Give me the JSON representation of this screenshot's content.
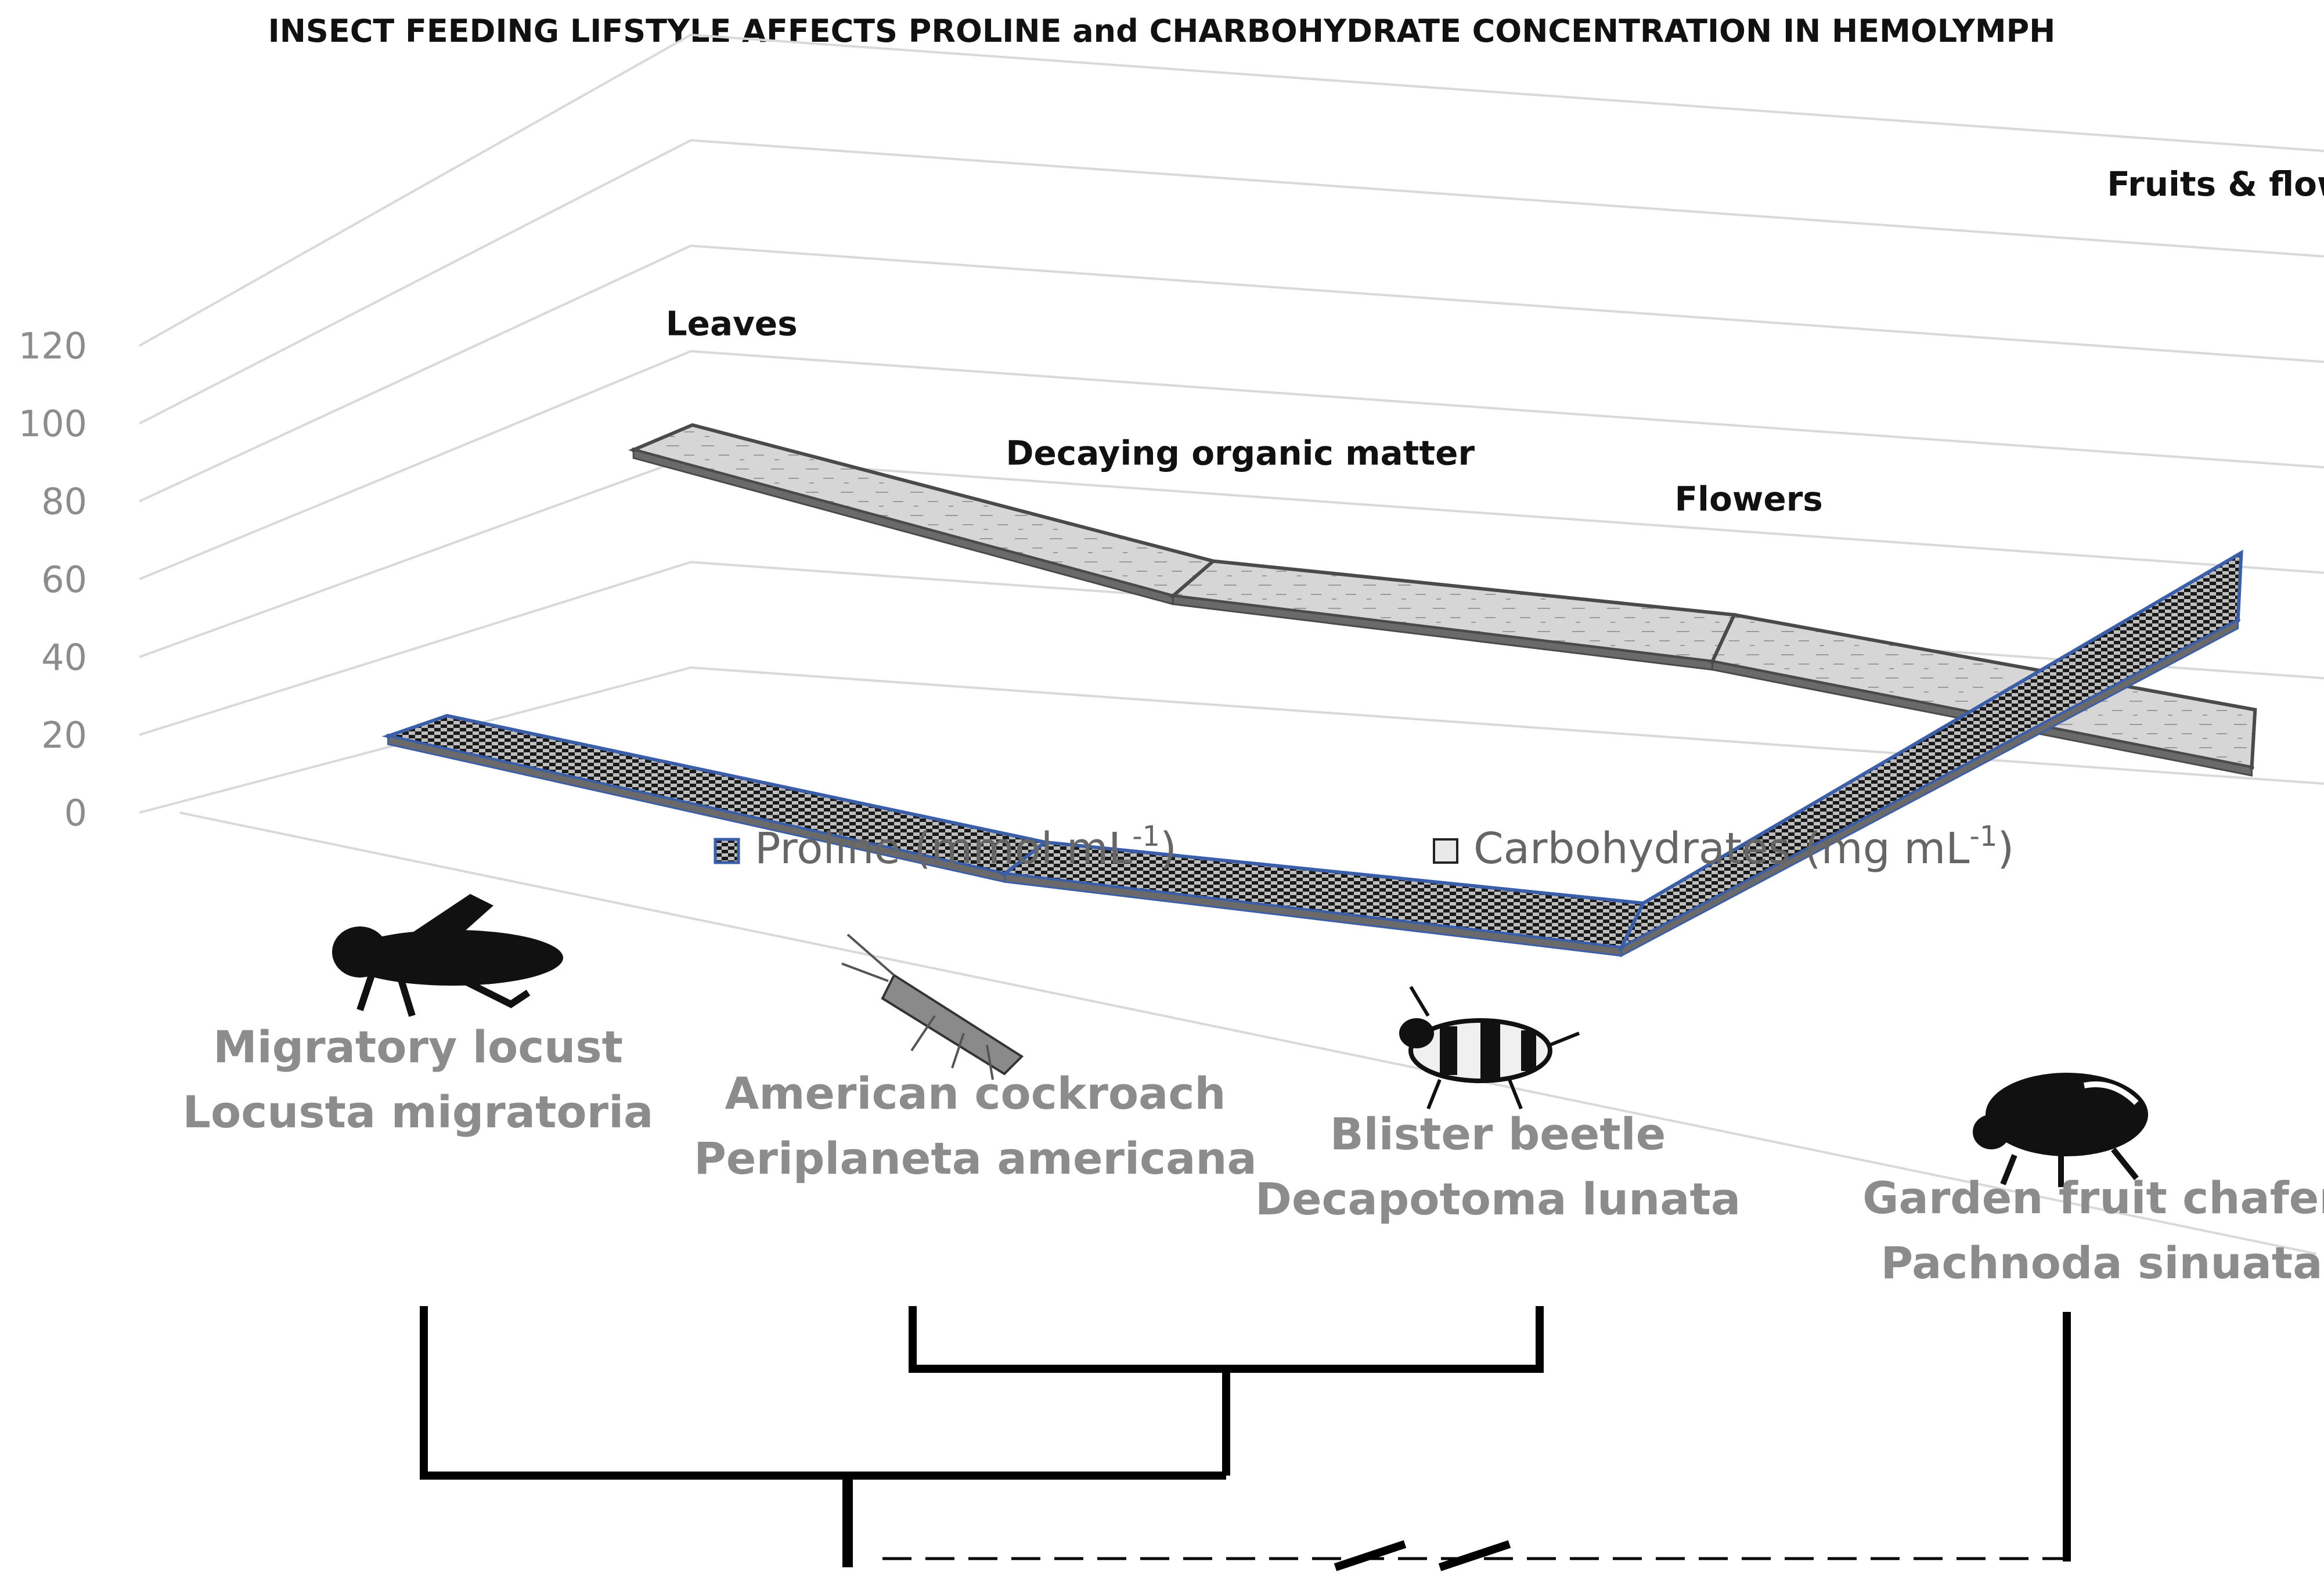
{
  "title": "INSECT FEEDING LIFSTYLE AFFECTS PROLINE and CHARBOHYDRATE CONCENTRATION IN HEMOLYMPH",
  "colors": {
    "gridline": "#d9d9d9",
    "tick_label": "#8c8c8c",
    "species_label": "#8c8c8c",
    "proline_edge": "#3b5ea8",
    "proline_fill": "#1a1a1a",
    "carb_fill": "#d4d4d4",
    "carb_edge": "#4a4a4a",
    "tree": "#000000"
  },
  "chart_data": {
    "type": "line",
    "style": "3d-ribbon",
    "title": "INSECT FEEDING LIFSTYLE AFFECTS PROLINE and CHARBOHYDRATE CONCENTRATION IN HEMOLYMPH",
    "ylim": [
      0,
      120
    ],
    "y_ticks": [
      "0",
      "20",
      "40",
      "60",
      "80",
      "100",
      "120"
    ],
    "grid": true,
    "legend_position": "bottom-center",
    "categories": [
      "Migratory locust",
      "American cockroach",
      "Blister beetle",
      "Garden fruit chafer"
    ],
    "category_scientific_names": [
      "Locusta migratoria",
      "Periplaneta americana",
      "Decapotoma lunata",
      "Pachnoda sinuata"
    ],
    "food_annotations": [
      "Leaves",
      "Decaying organic matter",
      "Flowers",
      "Fruits & flowers"
    ],
    "series": [
      {
        "name": "Proline (mmol mL",
        "unit_superscript": "-1",
        "unit_close": ")",
        "values": [
          12,
          6,
          14,
          110
        ],
        "pattern": "checkered-dark",
        "color": "#3b5ea8"
      },
      {
        "name": "Carbohydrates (mg mL",
        "unit_superscript": "-1",
        "unit_close": ")",
        "values": [
          52,
          35,
          34,
          25
        ],
        "pattern": "light-gray",
        "color": "#d4d4d4"
      }
    ]
  },
  "phylogeny": {
    "description_visible": false
  }
}
